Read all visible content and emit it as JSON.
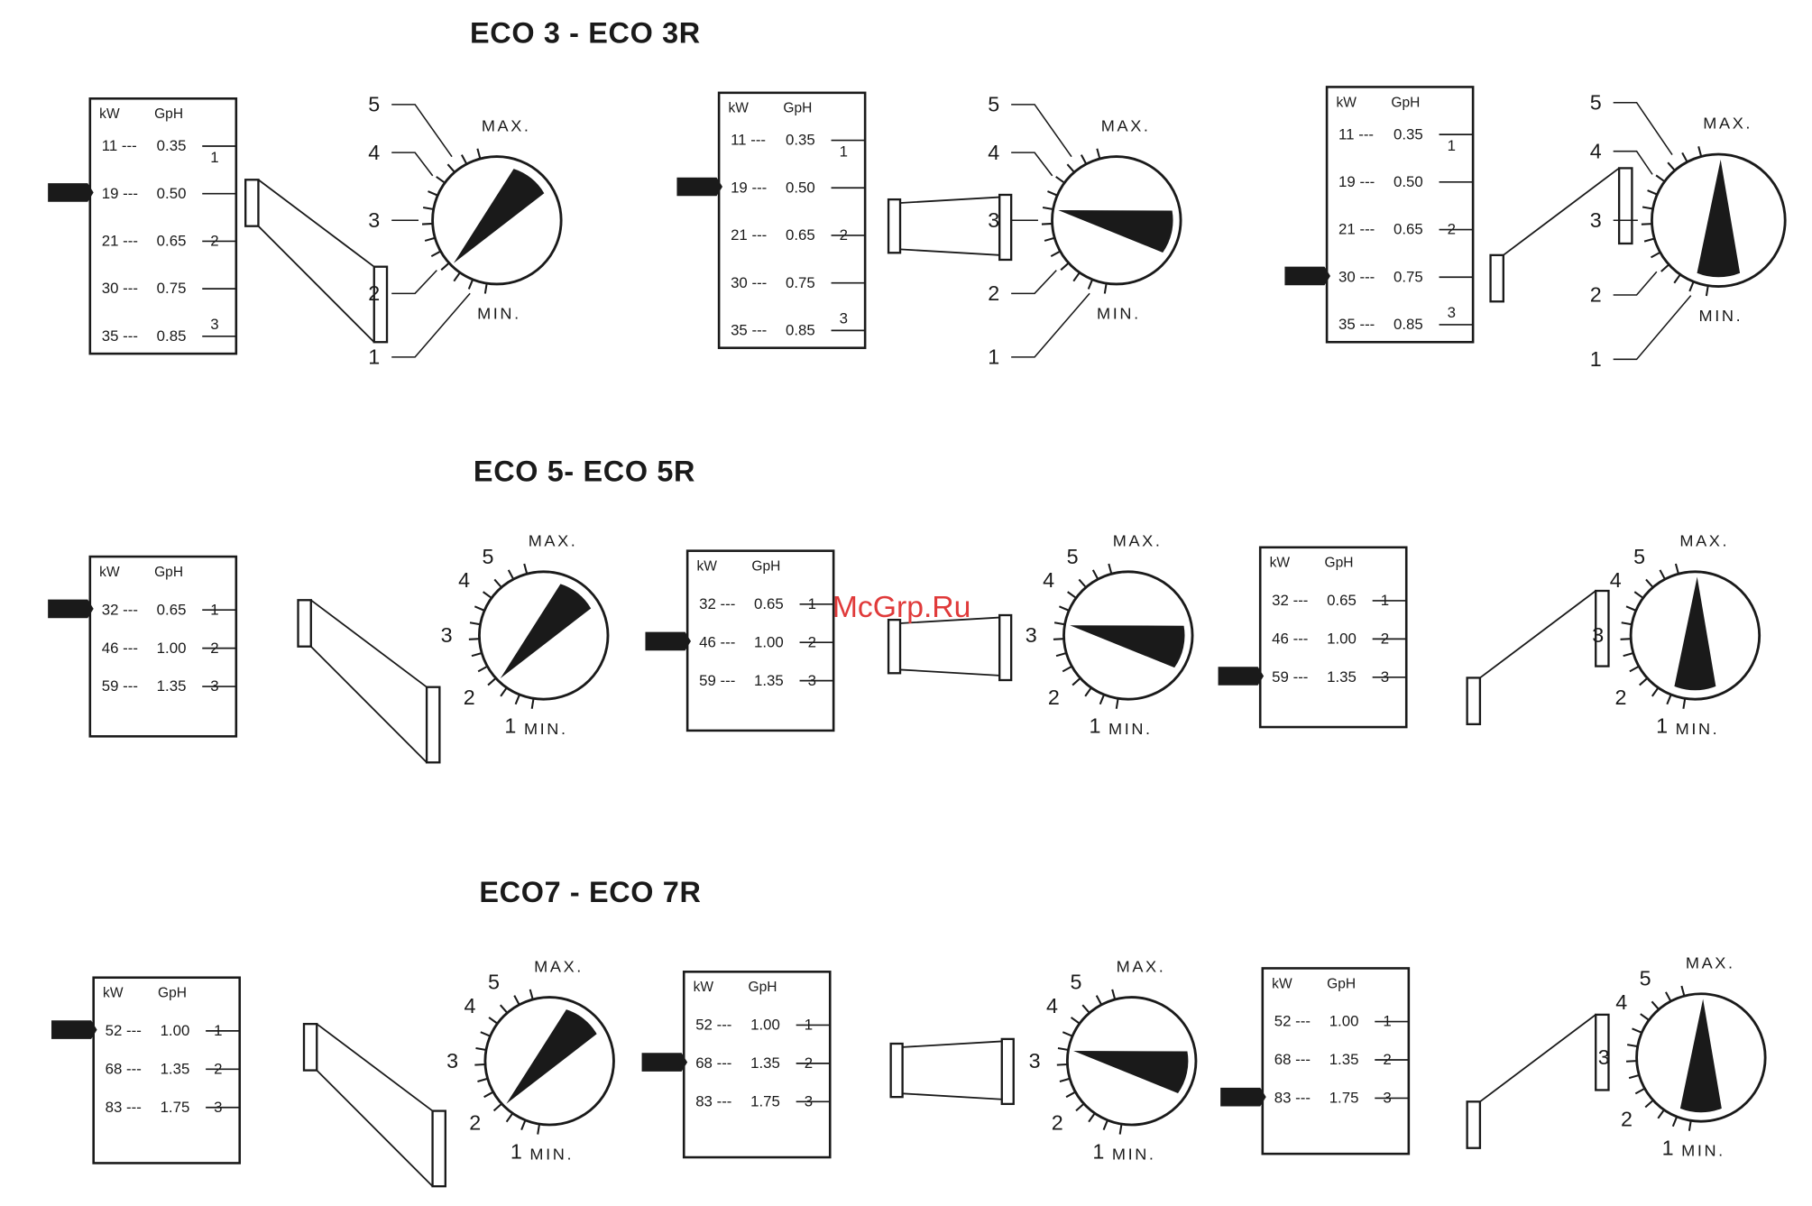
{
  "sections": [
    {
      "title": "ECO 3 - ECO 3R",
      "header": {
        "kw": "kW",
        "gph": "GpH"
      },
      "rows": [
        {
          "kw": "11",
          "gph": "0.35"
        },
        {
          "kw": "19",
          "gph": "0.50"
        },
        {
          "kw": "21",
          "gph": "0.65"
        },
        {
          "kw": "30",
          "gph": "0.75"
        },
        {
          "kw": "35",
          "gph": "0.85"
        }
      ],
      "position_labels": [
        "1",
        "2",
        "3"
      ],
      "dial_numbers": [
        "1",
        "2",
        "3",
        "4",
        "5"
      ],
      "dial_min": "MIN.",
      "dial_max": "MAX.",
      "panels": [
        {
          "selected_row": 1,
          "link": "down",
          "dial_setting": "max"
        },
        {
          "selected_row": 1,
          "link": "level",
          "dial_setting": "mid"
        },
        {
          "selected_row": 3,
          "link": "up",
          "dial_setting": "min"
        }
      ]
    },
    {
      "title": "ECO 5- ECO 5R",
      "header": {
        "kw": "kW",
        "gph": "GpH"
      },
      "rows": [
        {
          "kw": "32",
          "gph": "0.65"
        },
        {
          "kw": "46",
          "gph": "1.00"
        },
        {
          "kw": "59",
          "gph": "1.35"
        }
      ],
      "position_labels": [
        "1",
        "2",
        "3"
      ],
      "dial_numbers": [
        "1",
        "2",
        "3",
        "4",
        "5"
      ],
      "dial_min": "MIN.",
      "dial_max": "MAX.",
      "panels": [
        {
          "selected_row": 0,
          "link": "down",
          "dial_setting": "max"
        },
        {
          "selected_row": 1,
          "link": "level",
          "dial_setting": "mid"
        },
        {
          "selected_row": 2,
          "link": "up",
          "dial_setting": "min"
        }
      ]
    },
    {
      "title": "ECO7 - ECO 7R",
      "header": {
        "kw": "kW",
        "gph": "GpH"
      },
      "rows": [
        {
          "kw": "52",
          "gph": "1.00"
        },
        {
          "kw": "68",
          "gph": "1.35"
        },
        {
          "kw": "83",
          "gph": "1.75"
        }
      ],
      "position_labels": [
        "1",
        "2",
        "3"
      ],
      "dial_numbers": [
        "1",
        "2",
        "3",
        "4",
        "5"
      ],
      "dial_min": "MIN.",
      "dial_max": "MAX.",
      "panels": [
        {
          "selected_row": 0,
          "link": "down",
          "dial_setting": "max"
        },
        {
          "selected_row": 1,
          "link": "level",
          "dial_setting": "mid"
        },
        {
          "selected_row": 2,
          "link": "up",
          "dial_setting": "min"
        }
      ]
    }
  ],
  "watermark": "McGrp.Ru",
  "colors": {
    "ink": "#1a1a1a",
    "watermark": "#e03a3a",
    "background": "#ffffff"
  }
}
